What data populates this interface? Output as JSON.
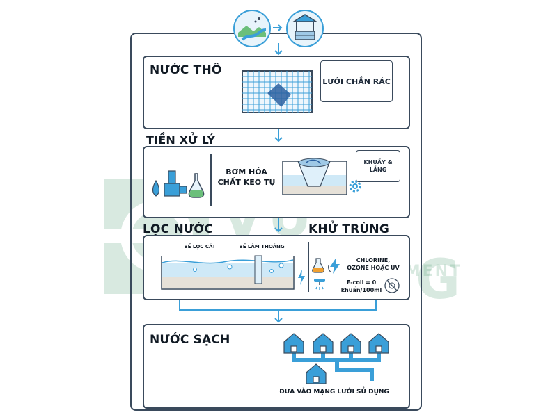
{
  "sections": {
    "raw": {
      "title": "NƯỚC THÔ",
      "screen_label": "LƯỚI CHẮN RÁC"
    },
    "pre": {
      "title": "TIỀN XỬ LÝ",
      "pump_label": "BƠM HÓA CHẤT KEO TỤ",
      "mix_label": "KHUẤY & LẮNG"
    },
    "filter": {
      "title": "LỌC NƯỚC",
      "sand_label": "BỂ LỌC CÁT",
      "aeration_label": "BỂ LÀM THOÁNG"
    },
    "disinfect": {
      "title": "KHỬ TRÙNG",
      "chem_label": "CHLORINE, OZONE HOẶC UV",
      "ecoli_label": "E-coli = 0 khuẩn/100ml"
    },
    "clean": {
      "title": "NƯỚC SẠCH",
      "network_label": "ĐƯA VÀO MẠNG LƯỚI SỬ DỤNG"
    }
  },
  "watermark": {
    "brand": "VU HOANG",
    "sub": "ENVIRONMENT"
  },
  "colors": {
    "line": "#3a4a5c",
    "accent": "#3a9fd8",
    "water": "#cfe9f7",
    "sand": "#e6e1d8"
  }
}
